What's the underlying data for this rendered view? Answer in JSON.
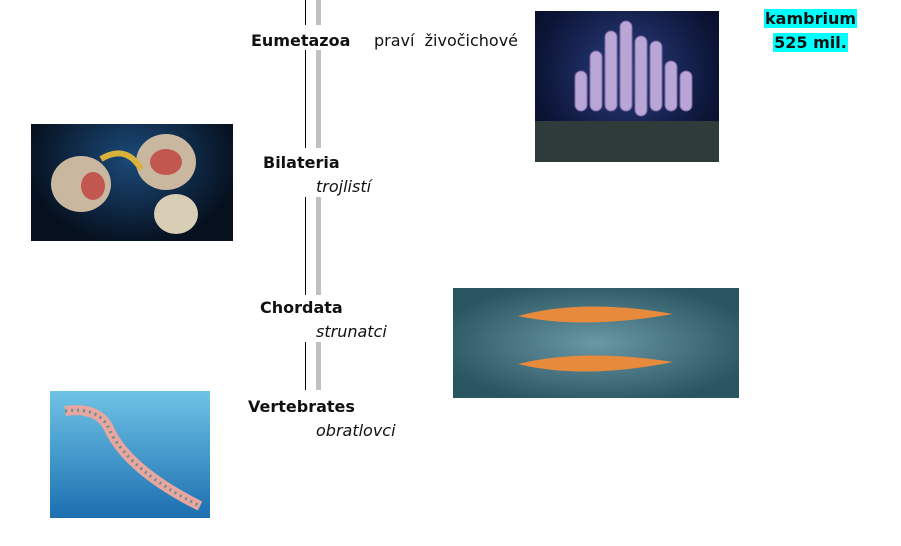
{
  "taxa": [
    {
      "name": "Eumetazoa",
      "subtitle": "praví  živočichové"
    },
    {
      "name": "Bilateria",
      "subtitle": "trojlistí"
    },
    {
      "name": "Chordata",
      "subtitle": "strunatci"
    },
    {
      "name": "Vertebrates",
      "subtitle": "obratlovci"
    }
  ],
  "period": {
    "name": "kambrium",
    "age": "525 mil.",
    "highlight": "#00ffff"
  },
  "colors": {
    "line_black": "#000000",
    "line_gray": "#c0c0c0"
  }
}
